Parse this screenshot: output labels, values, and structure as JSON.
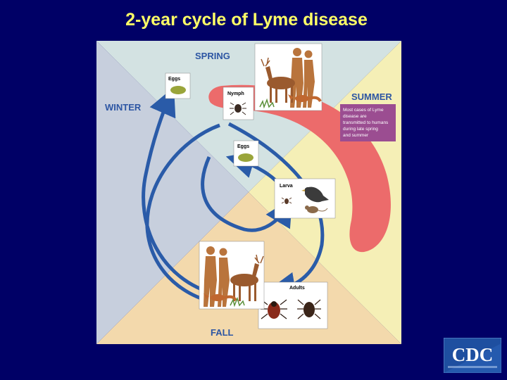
{
  "title": "2-year cycle of Lyme disease",
  "seasons": {
    "spring": "SPRING",
    "summer": "SUMMER",
    "fall": "FALL",
    "winter": "WINTER"
  },
  "stages": {
    "eggs": "Eggs",
    "nymph": "Nymph",
    "larva": "Larva",
    "adults": "Adults"
  },
  "note": [
    "Most cases of Lyme",
    "disease are",
    "transmitted to humans",
    "during late spring",
    "and summer"
  ],
  "colors": {
    "background": "#000066",
    "title": "#ffff66",
    "spring": "#d3e2e2",
    "summer": "#f5efb6",
    "fall": "#f3d9ac",
    "winter": "#c7cfdd",
    "season_text": "#2d56a3",
    "arrow": "#2a5ba8",
    "risk_band": "#ec6b6b",
    "note_box": "#9b4d91"
  },
  "logo": {
    "text": "CDC"
  }
}
